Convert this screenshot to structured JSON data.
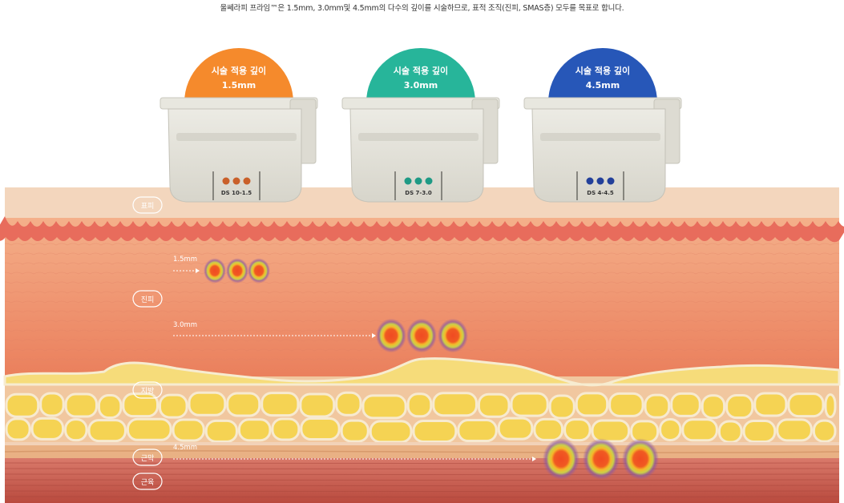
{
  "caption": "울쎄라피 프라임™은 1.5mm, 3.0mm및 4.5mm의 다수의 깊이를 시술하므로, 표적 조직(진피, SMAS층) 모두를 목표로 합니다.",
  "colors": {
    "orange": "#f58a2c",
    "teal": "#27b59a",
    "blue": "#2757b8",
    "skin_top": "#f3d6bd",
    "dermis": "#ee8f6c",
    "fat": "#f4d560",
    "muscle": "#cf5a4c"
  },
  "transducers": [
    {
      "title": "시술 적용 깊이",
      "depth": "1.5mm",
      "code": "DS 10-1.5",
      "color": "#f58a2c",
      "dot_color": "#c9602a"
    },
    {
      "title": "시술 적용 깊이",
      "depth": "3.0mm",
      "code": "DS 7-3.0",
      "color": "#27b59a",
      "dot_color": "#1f9a85"
    },
    {
      "title": "시술 적용 깊이",
      "depth": "4.5mm",
      "code": "DS 4-4.5",
      "color": "#2757b8",
      "dot_color": "#23409a"
    }
  ],
  "layers": [
    {
      "label": "표피"
    },
    {
      "label": "진피"
    },
    {
      "label": "지방"
    },
    {
      "label": "근막"
    },
    {
      "label": "근육"
    }
  ],
  "depth_arrows": [
    {
      "label": "1.5mm"
    },
    {
      "label": "3.0mm"
    },
    {
      "label": "4.5mm"
    }
  ]
}
